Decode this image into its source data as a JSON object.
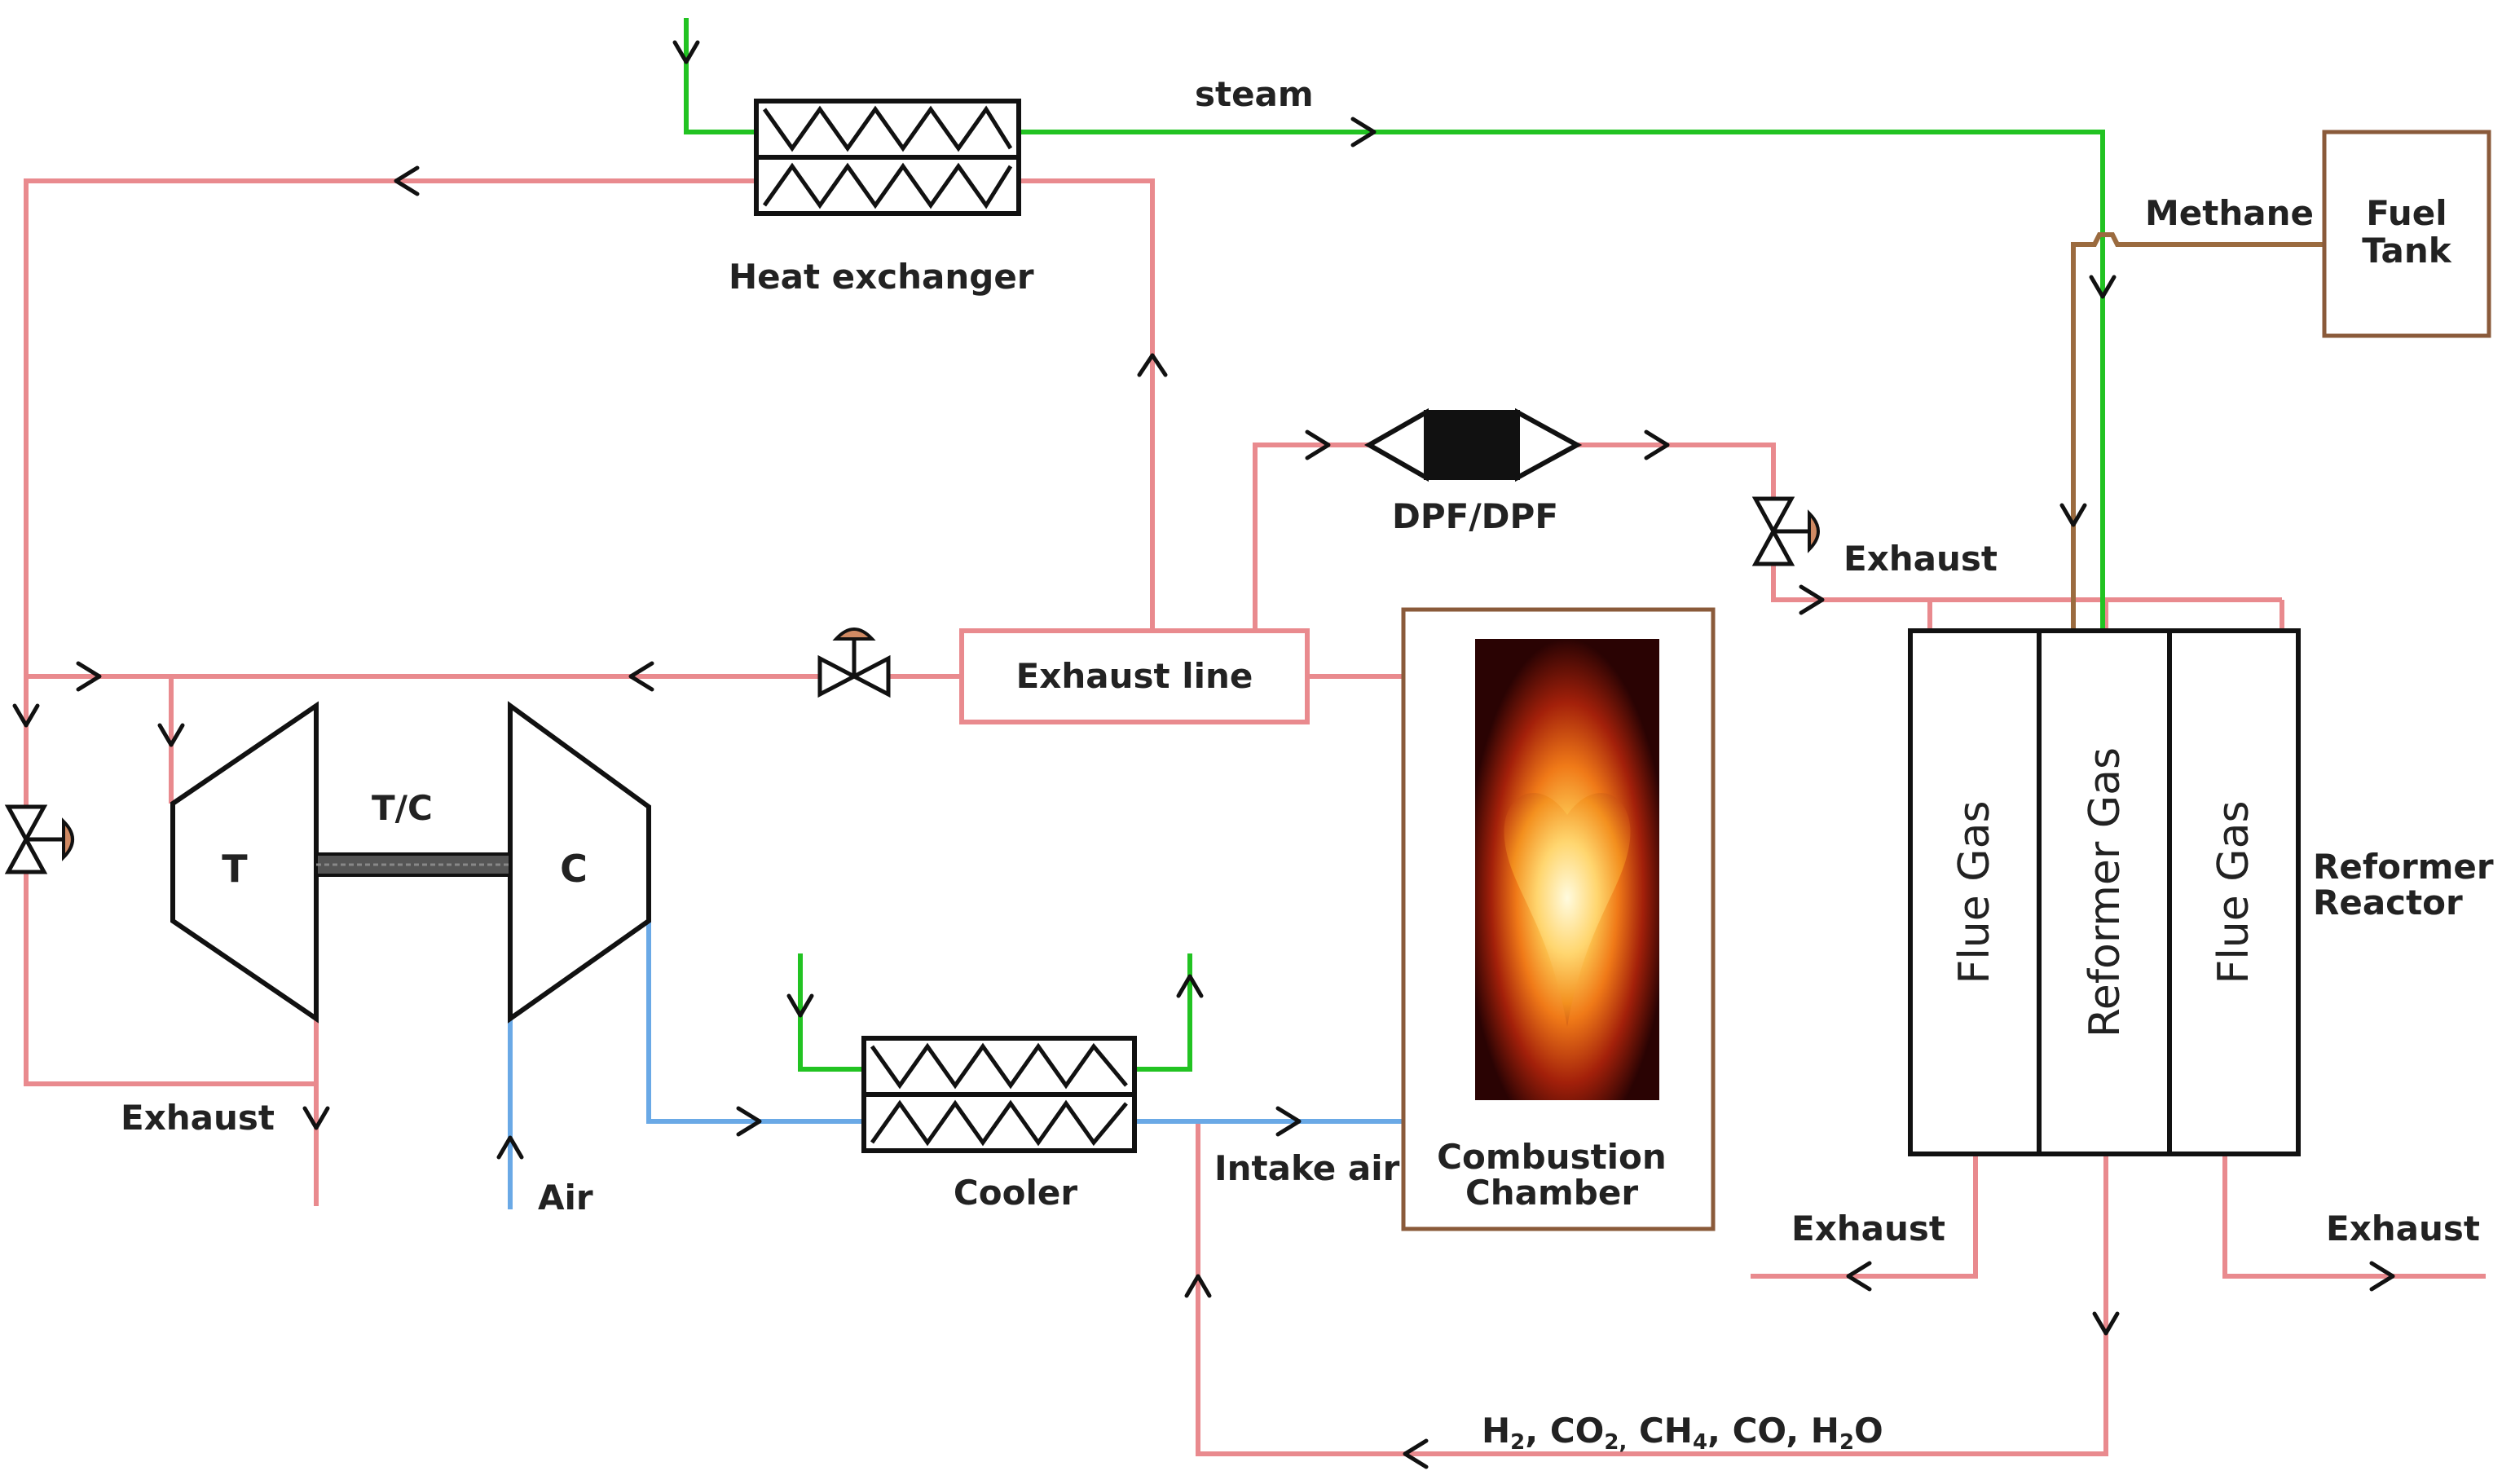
{
  "labels": {
    "steam": "steam",
    "heat_exchanger": "Heat exchanger",
    "methane": "Methane",
    "fuel_tank_line1": "Fuel",
    "fuel_tank_line2": "Tank",
    "dpf": "DPF/DPF",
    "exhaust_top": "Exhaust",
    "exhaust_line": "Exhaust line",
    "tc": "T/C",
    "turbine": "T",
    "compressor": "C",
    "exhaust_left": "Exhaust",
    "air": "Air",
    "cooler": "Cooler",
    "intake_air": "Intake air",
    "combustion_line1": "Combustion",
    "combustion_line2": "Chamber",
    "flue_gas_left": "Flue  Gas",
    "reformer_gas": "Reformer  Gas",
    "flue_gas_right": "Flue  Gas",
    "reformer_reactor_line1": "Reformer",
    "reformer_reactor_line2": "Reactor",
    "exhaust_bottom_left": "Exhaust",
    "exhaust_bottom_right": "Exhaust",
    "gas_mix": {
      "h": "H",
      "s2a": "2",
      "co": ", CO",
      "s2b": "2,",
      "ch": " CH",
      "s4": "4",
      "co2": ", CO, H",
      "s2c": "2",
      "o": "O"
    }
  },
  "colors": {
    "exhaust_pipe": "#e98a8e",
    "steam_pipe": "#22c322",
    "air_pipe": "#6aa9e6",
    "methane_pipe": "#9b6b3f",
    "equipment_outline": "#111111",
    "chamber_border": "#8a5a3a"
  }
}
